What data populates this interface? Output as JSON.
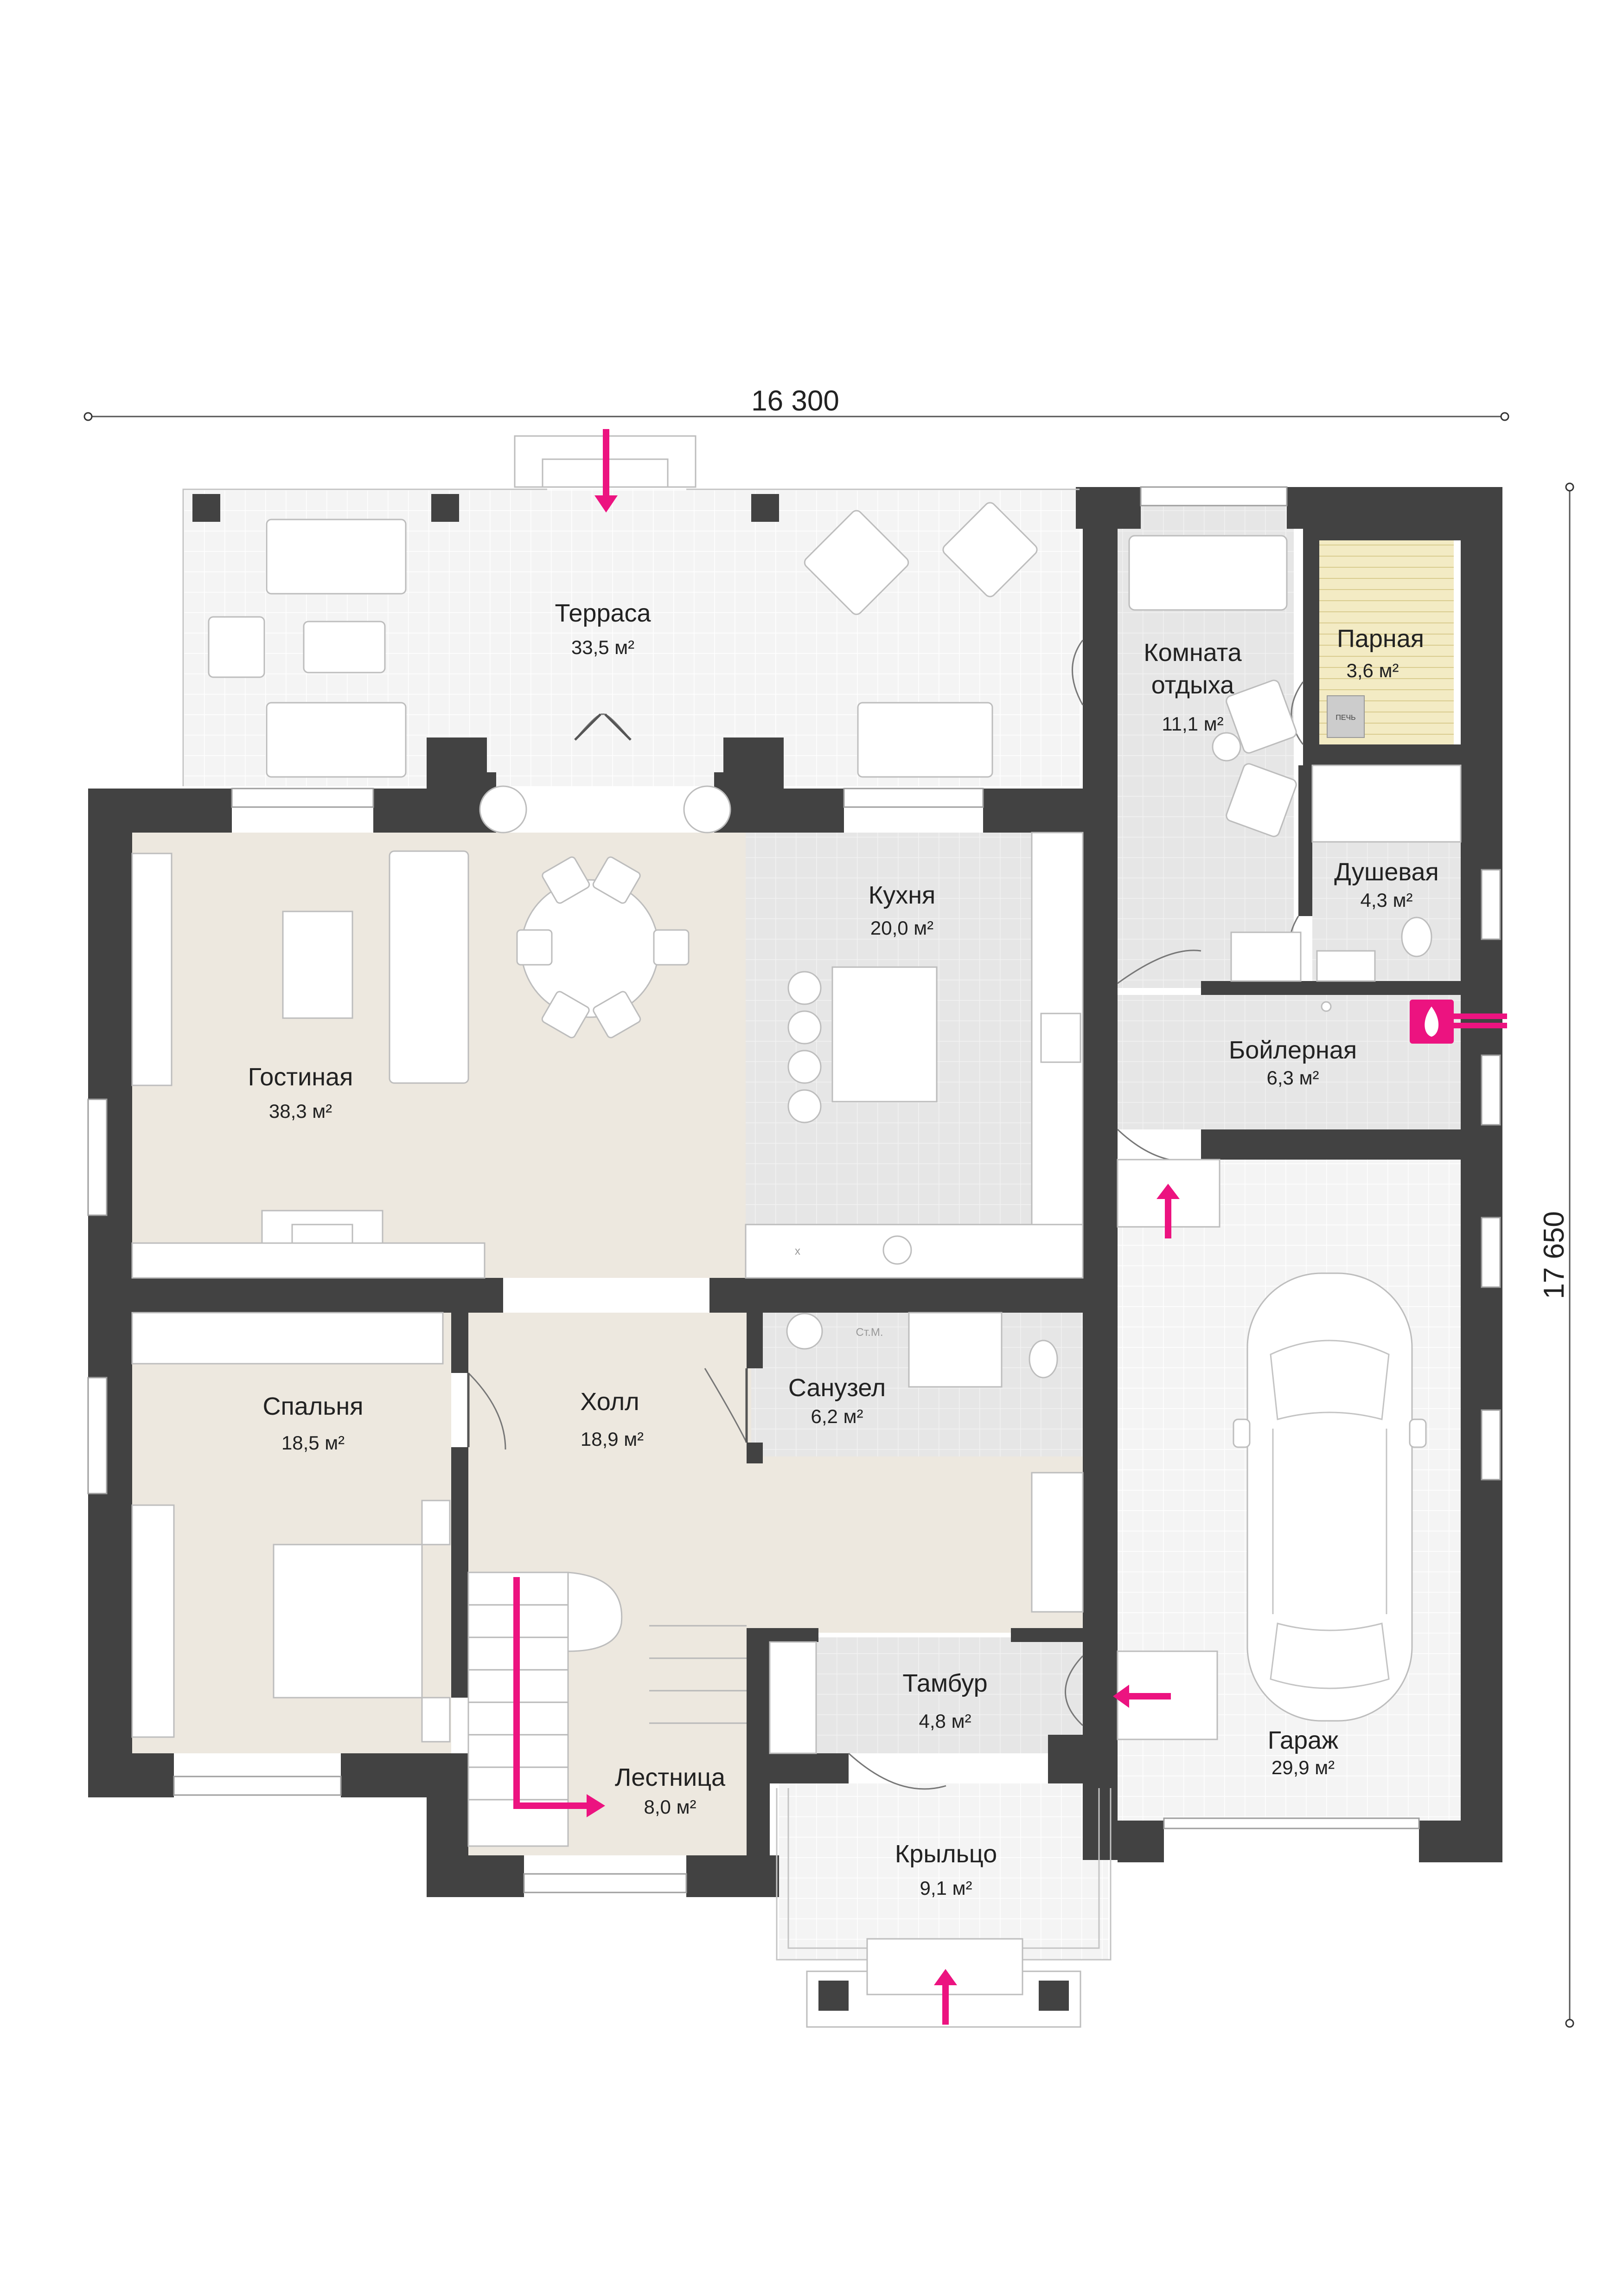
{
  "dimensions": {
    "width_label": "16 300",
    "height_label": "17 650"
  },
  "rooms": {
    "terrace": {
      "name": "Терраса",
      "area": "33,5 м²"
    },
    "lounge": {
      "name_line1": "Комната",
      "name_line2": "отдыха",
      "area": "11,1 м²"
    },
    "steam": {
      "name": "Парная",
      "area": "3,6 м²"
    },
    "shower": {
      "name": "Душевая",
      "area": "4,3 м²"
    },
    "kitchen": {
      "name": "Кухня",
      "area": "20,0 м²"
    },
    "boiler": {
      "name": "Бойлерная",
      "area": "6,3 м²"
    },
    "living": {
      "name": "Гостиная",
      "area": "38,3 м²"
    },
    "bedroom": {
      "name": "Спальня",
      "area": "18,5 м²"
    },
    "hall": {
      "name": "Холл",
      "area": "18,9 м²"
    },
    "bathroom": {
      "name": "Санузел",
      "area": "6,2 м²"
    },
    "vestibule": {
      "name": "Тамбур",
      "area": "4,8 м²"
    },
    "stairs": {
      "name": "Лестница",
      "area": "8,0 м²"
    },
    "garage": {
      "name": "Гараж",
      "area": "29,9 м²"
    },
    "porch": {
      "name": "Крыльцо",
      "area": "9,1 м²"
    }
  },
  "labels": {
    "stove": "ПЕЧЬ",
    "washer": "Ст.М.",
    "sink_mark": "x"
  },
  "colors": {
    "wall": "#424242",
    "tile_floor": "#f3f3f3",
    "wood_floor": "#ede8df",
    "gray_floor": "#e5e5e5",
    "sauna": "#f3ebc4",
    "accent": "#ec1380"
  }
}
